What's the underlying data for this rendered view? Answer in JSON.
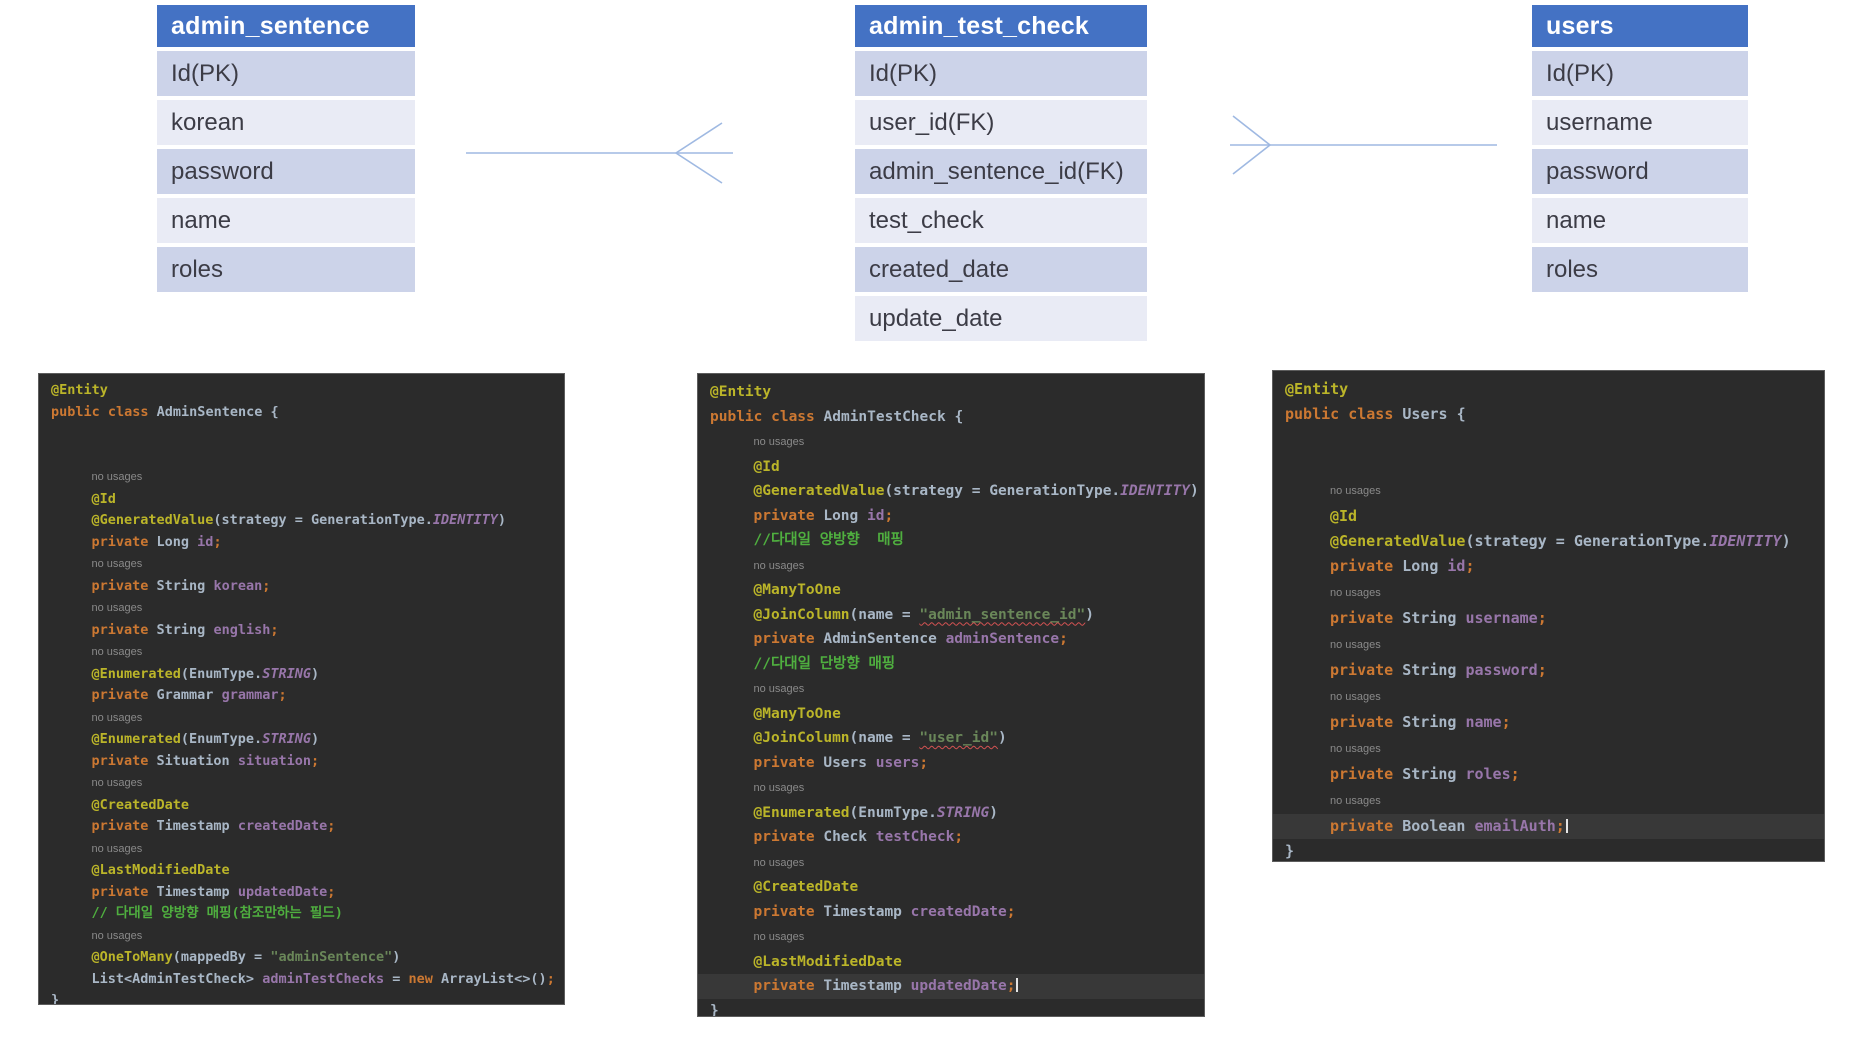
{
  "erd": {
    "colors": {
      "header_bg": "#4472C4",
      "row_dark": "#CCD3E9",
      "row_light": "#E9EBF5",
      "connector": "#9FB9E2"
    },
    "tables": [
      {
        "name": "admin_sentence",
        "title": "admin_sentence",
        "rows": [
          "Id(PK)",
          "korean",
          "password",
          "name",
          "roles"
        ]
      },
      {
        "name": "admin_test_check",
        "title": "admin_test_check",
        "rows": [
          "Id(PK)",
          "user_id(FK)",
          "admin_sentence_id(FK)",
          "test_check",
          "created_date",
          "update_date"
        ]
      },
      {
        "name": "users",
        "title": "users",
        "rows": [
          "Id(PK)",
          "username",
          "password",
          "name",
          "roles"
        ]
      }
    ],
    "relationships": [
      {
        "from": "admin_sentence",
        "to": "admin_test_check",
        "type": "one-to-many",
        "many_side": "admin_test_check"
      },
      {
        "from": "users",
        "to": "admin_test_check",
        "type": "one-to-many",
        "many_side": "admin_test_check"
      }
    ]
  },
  "editor": {
    "no_usages_label": "no usages",
    "colors": {
      "background": "#2B2B2B",
      "caret_row": "#383838",
      "annotation": "#BBB529",
      "keyword": "#CC7832",
      "text": "#A9B7C6",
      "field": "#9876AA",
      "string": "#6A8759",
      "comment": "#4FAF3F",
      "hint": "#8A8A8A",
      "error_underline": "#D25252"
    }
  },
  "code_blocks": [
    {
      "id": 1,
      "class_name": "AdminSentence",
      "lines": [
        {
          "k": "code",
          "seg": [
            [
              "ann",
              "@Entity"
            ]
          ]
        },
        {
          "k": "code",
          "seg": [
            [
              "kw",
              "public class "
            ],
            [
              "def",
              "AdminSentence {"
            ]
          ]
        },
        {
          "k": "blank"
        },
        {
          "k": "blank"
        },
        {
          "k": "hint",
          "ind": 1
        },
        {
          "k": "code",
          "ind": 1,
          "seg": [
            [
              "ann",
              "@Id"
            ]
          ]
        },
        {
          "k": "code",
          "ind": 1,
          "seg": [
            [
              "ann",
              "@GeneratedValue"
            ],
            [
              "def",
              "(strategy = GenerationType."
            ],
            [
              "const",
              "IDENTITY"
            ],
            [
              "def",
              ")"
            ]
          ]
        },
        {
          "k": "code",
          "ind": 1,
          "seg": [
            [
              "kw",
              "private "
            ],
            [
              "def",
              "Long "
            ],
            [
              "fld",
              "id"
            ],
            [
              "kw",
              ";"
            ]
          ]
        },
        {
          "k": "hint",
          "ind": 1
        },
        {
          "k": "code",
          "ind": 1,
          "seg": [
            [
              "kw",
              "private "
            ],
            [
              "def",
              "String "
            ],
            [
              "fld",
              "korean"
            ],
            [
              "kw",
              ";"
            ]
          ]
        },
        {
          "k": "hint",
          "ind": 1
        },
        {
          "k": "code",
          "ind": 1,
          "seg": [
            [
              "kw",
              "private "
            ],
            [
              "def",
              "String "
            ],
            [
              "fld",
              "english"
            ],
            [
              "kw",
              ";"
            ]
          ]
        },
        {
          "k": "hint",
          "ind": 1
        },
        {
          "k": "code",
          "ind": 1,
          "seg": [
            [
              "ann",
              "@Enumerated"
            ],
            [
              "def",
              "(EnumType."
            ],
            [
              "const",
              "STRING"
            ],
            [
              "def",
              ")"
            ]
          ]
        },
        {
          "k": "code",
          "ind": 1,
          "seg": [
            [
              "kw",
              "private "
            ],
            [
              "def",
              "Grammar "
            ],
            [
              "fld",
              "grammar"
            ],
            [
              "kw",
              ";"
            ]
          ]
        },
        {
          "k": "hint",
          "ind": 1
        },
        {
          "k": "code",
          "ind": 1,
          "seg": [
            [
              "ann",
              "@Enumerated"
            ],
            [
              "def",
              "(EnumType."
            ],
            [
              "const",
              "STRING"
            ],
            [
              "def",
              ")"
            ]
          ]
        },
        {
          "k": "code",
          "ind": 1,
          "seg": [
            [
              "kw",
              "private "
            ],
            [
              "def",
              "Situation "
            ],
            [
              "fld",
              "situation"
            ],
            [
              "kw",
              ";"
            ]
          ]
        },
        {
          "k": "hint",
          "ind": 1
        },
        {
          "k": "code",
          "ind": 1,
          "seg": [
            [
              "ann",
              "@CreatedDate"
            ]
          ]
        },
        {
          "k": "code",
          "ind": 1,
          "seg": [
            [
              "kw",
              "private "
            ],
            [
              "def",
              "Timestamp "
            ],
            [
              "fld",
              "createdDate"
            ],
            [
              "kw",
              ";"
            ]
          ]
        },
        {
          "k": "hint",
          "ind": 1
        },
        {
          "k": "code",
          "ind": 1,
          "seg": [
            [
              "ann",
              "@LastModifiedDate"
            ]
          ]
        },
        {
          "k": "code",
          "ind": 1,
          "seg": [
            [
              "kw",
              "private "
            ],
            [
              "def",
              "Timestamp "
            ],
            [
              "fld",
              "updatedDate"
            ],
            [
              "kw",
              ";"
            ]
          ]
        },
        {
          "k": "code",
          "ind": 1,
          "seg": [
            [
              "cmt",
              "// 다대일 양방향 매핑(참조만하는 필드)"
            ]
          ]
        },
        {
          "k": "hint",
          "ind": 1
        },
        {
          "k": "code",
          "ind": 1,
          "seg": [
            [
              "ann",
              "@OneToMany"
            ],
            [
              "def",
              "(mappedBy = "
            ],
            [
              "str",
              "\"adminSentence\""
            ],
            [
              "def",
              ")"
            ]
          ]
        },
        {
          "k": "code",
          "ind": 1,
          "seg": [
            [
              "def",
              "List<AdminTestCheck> "
            ],
            [
              "fld",
              "adminTestChecks"
            ],
            [
              "def",
              " = "
            ],
            [
              "kw",
              "new "
            ],
            [
              "def",
              "ArrayList<>()"
            ],
            [
              "kw",
              ";"
            ]
          ]
        },
        {
          "k": "code",
          "seg": [
            [
              "def",
              "}"
            ]
          ]
        }
      ]
    },
    {
      "id": 2,
      "class_name": "AdminTestCheck",
      "lines": [
        {
          "k": "code",
          "seg": [
            [
              "ann",
              "@Entity"
            ]
          ]
        },
        {
          "k": "code",
          "seg": [
            [
              "kw",
              "public class "
            ],
            [
              "def",
              "AdminTestCheck {"
            ]
          ]
        },
        {
          "k": "hint",
          "ind": 1
        },
        {
          "k": "code",
          "ind": 1,
          "seg": [
            [
              "ann",
              "@Id"
            ]
          ]
        },
        {
          "k": "code",
          "ind": 1,
          "seg": [
            [
              "ann",
              "@GeneratedValue"
            ],
            [
              "def",
              "(strategy = GenerationType."
            ],
            [
              "const",
              "IDENTITY"
            ],
            [
              "def",
              ")"
            ]
          ]
        },
        {
          "k": "code",
          "ind": 1,
          "seg": [
            [
              "kw",
              "private "
            ],
            [
              "def",
              "Long "
            ],
            [
              "fld",
              "id"
            ],
            [
              "kw",
              ";"
            ]
          ]
        },
        {
          "k": "code",
          "ind": 1,
          "seg": [
            [
              "cmt",
              "//다대일 양방향  매핑"
            ]
          ]
        },
        {
          "k": "hint",
          "ind": 1
        },
        {
          "k": "code",
          "ind": 1,
          "seg": [
            [
              "ann",
              "@ManyToOne"
            ]
          ]
        },
        {
          "k": "code",
          "ind": 1,
          "seg": [
            [
              "ann",
              "@JoinColumn"
            ],
            [
              "def",
              "(name = "
            ],
            [
              "strerr",
              "\"admin_sentence_id\""
            ],
            [
              "def",
              ")"
            ]
          ]
        },
        {
          "k": "code",
          "ind": 1,
          "seg": [
            [
              "kw",
              "private "
            ],
            [
              "def",
              "AdminSentence "
            ],
            [
              "fld",
              "adminSentence"
            ],
            [
              "kw",
              ";"
            ]
          ]
        },
        {
          "k": "code",
          "ind": 1,
          "seg": [
            [
              "cmt",
              "//다대일 단방향 매핑"
            ]
          ]
        },
        {
          "k": "hint",
          "ind": 1
        },
        {
          "k": "code",
          "ind": 1,
          "seg": [
            [
              "ann",
              "@ManyToOne"
            ]
          ]
        },
        {
          "k": "code",
          "ind": 1,
          "seg": [
            [
              "ann",
              "@JoinColumn"
            ],
            [
              "def",
              "(name = "
            ],
            [
              "strerr",
              "\"user_id\""
            ],
            [
              "def",
              ")"
            ]
          ]
        },
        {
          "k": "code",
          "ind": 1,
          "seg": [
            [
              "kw",
              "private "
            ],
            [
              "def",
              "Users "
            ],
            [
              "fld",
              "users"
            ],
            [
              "kw",
              ";"
            ]
          ]
        },
        {
          "k": "hint",
          "ind": 1
        },
        {
          "k": "code",
          "ind": 1,
          "seg": [
            [
              "ann",
              "@Enumerated"
            ],
            [
              "def",
              "(EnumType."
            ],
            [
              "const",
              "STRING"
            ],
            [
              "def",
              ")"
            ]
          ]
        },
        {
          "k": "code",
          "ind": 1,
          "seg": [
            [
              "kw",
              "private "
            ],
            [
              "def",
              "Check "
            ],
            [
              "fld",
              "testCheck"
            ],
            [
              "kw",
              ";"
            ]
          ]
        },
        {
          "k": "hint",
          "ind": 1
        },
        {
          "k": "code",
          "ind": 1,
          "seg": [
            [
              "ann",
              "@CreatedDate"
            ]
          ]
        },
        {
          "k": "code",
          "ind": 1,
          "seg": [
            [
              "kw",
              "private "
            ],
            [
              "def",
              "Timestamp "
            ],
            [
              "fld",
              "createdDate"
            ],
            [
              "kw",
              ";"
            ]
          ]
        },
        {
          "k": "hint",
          "ind": 1
        },
        {
          "k": "code",
          "ind": 1,
          "seg": [
            [
              "ann",
              "@LastModifiedDate"
            ]
          ]
        },
        {
          "k": "code",
          "ind": 1,
          "hl": true,
          "cur": true,
          "seg": [
            [
              "kw",
              "private "
            ],
            [
              "def",
              "Timestamp "
            ],
            [
              "fld",
              "updatedDate"
            ],
            [
              "kw",
              ";"
            ]
          ]
        },
        {
          "k": "code",
          "seg": [
            [
              "def",
              "}"
            ]
          ]
        }
      ]
    },
    {
      "id": 3,
      "class_name": "Users",
      "lines": [
        {
          "k": "code",
          "seg": [
            [
              "ann",
              "@Entity"
            ]
          ]
        },
        {
          "k": "code",
          "seg": [
            [
              "kw",
              "public class "
            ],
            [
              "def",
              "Users {"
            ]
          ]
        },
        {
          "k": "blank"
        },
        {
          "k": "blank"
        },
        {
          "k": "hint",
          "ind": 1
        },
        {
          "k": "code",
          "ind": 1,
          "seg": [
            [
              "ann",
              "@Id"
            ]
          ]
        },
        {
          "k": "code",
          "ind": 1,
          "seg": [
            [
              "ann",
              "@GeneratedValue"
            ],
            [
              "def",
              "(strategy = GenerationType."
            ],
            [
              "const",
              "IDENTITY"
            ],
            [
              "def",
              ")"
            ]
          ]
        },
        {
          "k": "code",
          "ind": 1,
          "seg": [
            [
              "kw",
              "private "
            ],
            [
              "def",
              "Long "
            ],
            [
              "fld",
              "id"
            ],
            [
              "kw",
              ";"
            ]
          ]
        },
        {
          "k": "hint",
          "ind": 1
        },
        {
          "k": "code",
          "ind": 1,
          "seg": [
            [
              "kw",
              "private "
            ],
            [
              "def",
              "String "
            ],
            [
              "fld",
              "username"
            ],
            [
              "kw",
              ";"
            ]
          ]
        },
        {
          "k": "hint",
          "ind": 1
        },
        {
          "k": "code",
          "ind": 1,
          "seg": [
            [
              "kw",
              "private "
            ],
            [
              "def",
              "String "
            ],
            [
              "fld",
              "password"
            ],
            [
              "kw",
              ";"
            ]
          ]
        },
        {
          "k": "hint",
          "ind": 1
        },
        {
          "k": "code",
          "ind": 1,
          "seg": [
            [
              "kw",
              "private "
            ],
            [
              "def",
              "String "
            ],
            [
              "fld",
              "name"
            ],
            [
              "kw",
              ";"
            ]
          ]
        },
        {
          "k": "hint",
          "ind": 1
        },
        {
          "k": "code",
          "ind": 1,
          "seg": [
            [
              "kw",
              "private "
            ],
            [
              "def",
              "String "
            ],
            [
              "fld",
              "roles"
            ],
            [
              "kw",
              ";"
            ]
          ]
        },
        {
          "k": "hint",
          "ind": 1
        },
        {
          "k": "code",
          "ind": 1,
          "hl": true,
          "cur": true,
          "seg": [
            [
              "kw",
              "private "
            ],
            [
              "def",
              "Boolean "
            ],
            [
              "fld",
              "emailAuth"
            ],
            [
              "kw",
              ";"
            ]
          ]
        },
        {
          "k": "code",
          "seg": [
            [
              "def",
              "}"
            ]
          ]
        }
      ]
    }
  ]
}
